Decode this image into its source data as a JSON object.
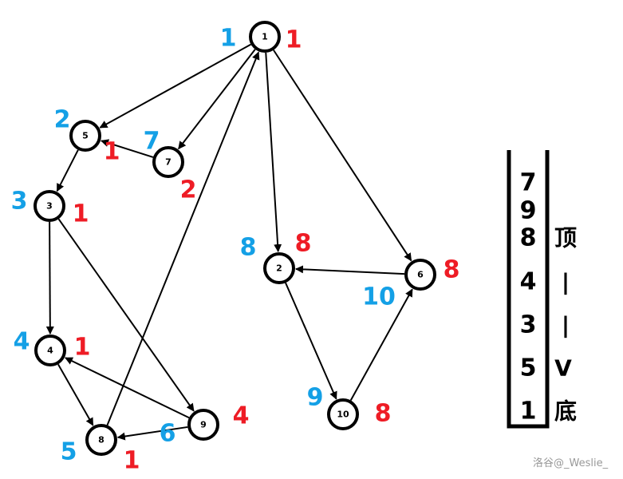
{
  "nodes": [
    {
      "id": "1",
      "dfn": "1",
      "low": "1"
    },
    {
      "id": "5",
      "dfn": "2",
      "low": "1"
    },
    {
      "id": "7",
      "dfn": "7",
      "low": "2"
    },
    {
      "id": "3",
      "dfn": "3",
      "low": "1"
    },
    {
      "id": "4",
      "dfn": "4",
      "low": "1"
    },
    {
      "id": "8",
      "dfn": "5",
      "low": "1"
    },
    {
      "id": "9",
      "dfn": "6",
      "low": "4"
    },
    {
      "id": "2",
      "dfn": "8",
      "low": "8"
    },
    {
      "id": "6",
      "dfn": "10",
      "low": "8"
    },
    {
      "id": "10",
      "dfn": "9",
      "low": "8"
    }
  ],
  "edges": [
    [
      "1",
      "5"
    ],
    [
      "1",
      "7"
    ],
    [
      "1",
      "2"
    ],
    [
      "1",
      "6"
    ],
    [
      "7",
      "5"
    ],
    [
      "5",
      "3"
    ],
    [
      "3",
      "4"
    ],
    [
      "3",
      "9"
    ],
    [
      "4",
      "8"
    ],
    [
      "9",
      "4"
    ],
    [
      "9",
      "8"
    ],
    [
      "8",
      "1"
    ],
    [
      "2",
      "10"
    ],
    [
      "10",
      "6"
    ],
    [
      "6",
      "2"
    ]
  ],
  "stack": {
    "items": [
      "7",
      "9",
      "8",
      "4",
      "3",
      "5",
      "1"
    ],
    "side": [
      "顶",
      "|",
      "|",
      "V",
      "底"
    ]
  },
  "colors": {
    "dfn": "#14a0e6",
    "low": "#ee1c25"
  },
  "watermark": "洛谷@_Weslie_"
}
